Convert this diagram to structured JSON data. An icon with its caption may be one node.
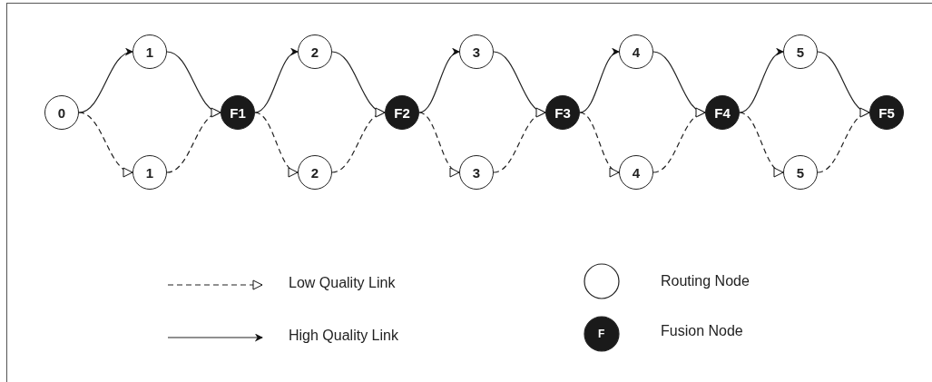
{
  "diagram": {
    "nodes": [
      {
        "text": [
          "0"
        ]
      },
      {
        "text": [
          "1"
        ]
      },
      {
        "text": [
          "1"
        ]
      },
      {
        "text": [
          "F1"
        ]
      },
      {
        "text": [
          "2"
        ]
      },
      {
        "text": [
          "2"
        ]
      },
      {
        "text": [
          "F2"
        ]
      },
      {
        "text": [
          "3"
        ]
      },
      {
        "text": [
          "3"
        ]
      },
      {
        "text": [
          "F3"
        ]
      },
      {
        "text": [
          "4"
        ]
      },
      {
        "text": [
          "4"
        ]
      },
      {
        "text": [
          "F4"
        ]
      },
      {
        "text": [
          "5"
        ]
      },
      {
        "text": [
          "5"
        ]
      },
      {
        "text": [
          "F5"
        ]
      }
    ],
    "edges": [
      {
        "from": 0,
        "to": 1,
        "arrow": "to"
      },
      {
        "from": 0,
        "to": 2,
        "arrow": "to",
        "style": "dashed"
      },
      {
        "from": 1,
        "to": 3,
        "arrow": "to"
      },
      {
        "from": 2,
        "to": 3,
        "arrow": "to",
        "style": "dashed"
      },
      {
        "from": 3,
        "to": 4,
        "arrow": "to"
      },
      {
        "from": 3,
        "to": 5,
        "arrow": "to",
        "style": "dashed"
      },
      {
        "from": 4,
        "to": 6,
        "arrow": "to"
      },
      {
        "from": 5,
        "to": 6,
        "arrow": "to",
        "style": "dashed"
      },
      {
        "from": 6,
        "to": 7,
        "arrow": "to"
      },
      {
        "from": 6,
        "to": 8,
        "arrow": "to",
        "style": "dashed"
      },
      {
        "from": 7,
        "to": 9,
        "arrow": "to"
      },
      {
        "from": 8,
        "to": 9,
        "arrow": "to",
        "style": "dashed"
      },
      {
        "from": 9,
        "to": 10,
        "arrow": "to"
      },
      {
        "from": 9,
        "to": 11,
        "arrow": "to",
        "style": "dashed"
      },
      {
        "from": 10,
        "to": 12,
        "arrow": "to"
      },
      {
        "from": 11,
        "to": 12,
        "arrow": "to",
        "style": "dashed"
      },
      {
        "from": 12,
        "to": 13,
        "arrow": "to"
      },
      {
        "from": 12,
        "to": 14,
        "arrow": "to",
        "style": "dashed"
      },
      {
        "from": 13,
        "to": 15,
        "arrow": "to"
      },
      {
        "from": 14,
        "to": 15,
        "arrow": "to",
        "style": "dashed"
      }
    ],
    "labels": [
      "F"
    ],
    "legend": [
      {
        "text": "Low Quality Link"
      },
      {
        "text": "High Quality Link"
      },
      {
        "text": "Routing Node"
      },
      {
        "text": "Fusion Node"
      }
    ]
  }
}
